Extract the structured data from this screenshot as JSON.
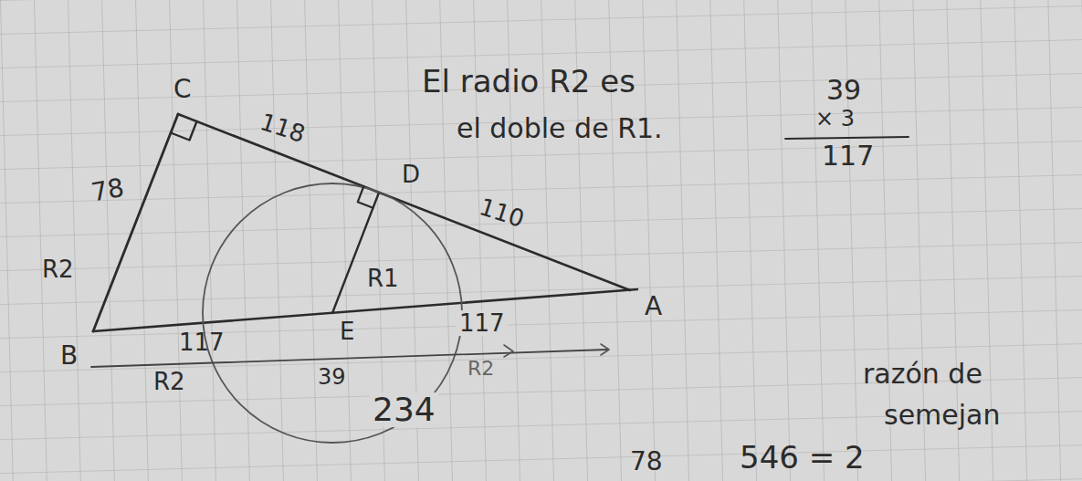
{
  "diagram": {
    "labels": [
      "El radio R2 es",
      "el doble de R1.",
      "39",
      "× 3",
      "117",
      "C",
      "118",
      "78",
      "R2",
      "D",
      "110",
      "R1",
      "A",
      "B",
      "117",
      "E",
      "117",
      "R2",
      "39",
      "R2",
      "234",
      "razón de",
      "semejan",
      "78",
      "546 = 2"
    ]
  }
}
